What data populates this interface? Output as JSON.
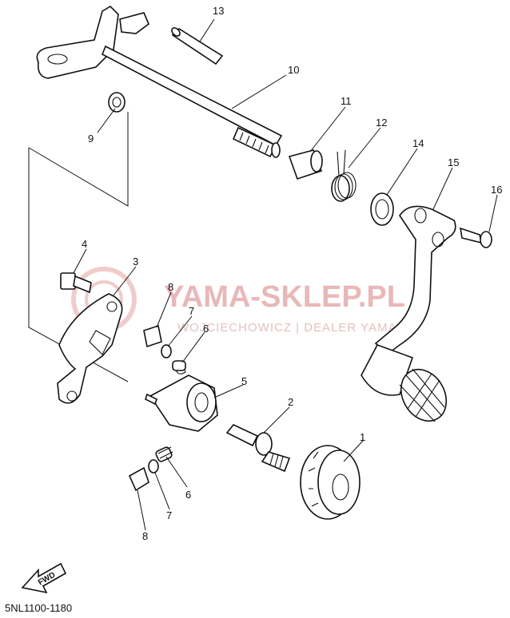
{
  "diagram": {
    "watermark": {
      "main": "YAMA-SKLEP.PL",
      "sub": "WOJCIECHOWICZ | DEALER YAMAHA"
    },
    "fwd_label": "FWD",
    "part_code": "5NL1100-1180",
    "callouts": {
      "c1": "1",
      "c2": "2",
      "c3": "3",
      "c4": "4",
      "c5": "5",
      "c6a": "6",
      "c6b": "6",
      "c7a": "7",
      "c7b": "7",
      "c8a": "8",
      "c8b": "8",
      "c9": "9",
      "c10": "10",
      "c11": "11",
      "c12": "12",
      "c13": "13",
      "c14": "14",
      "c15": "15",
      "c16": "16"
    }
  }
}
